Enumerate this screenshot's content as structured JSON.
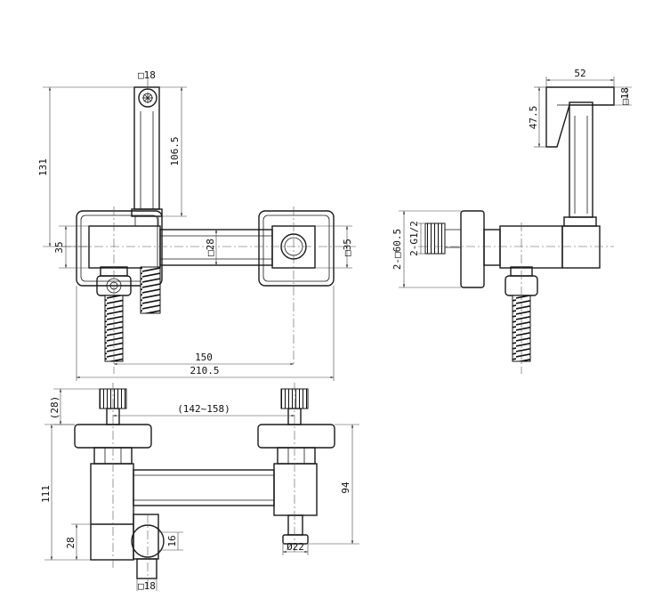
{
  "dimensions": {
    "side_view": {
      "d_131": "131",
      "d_106_5": "106.5",
      "d_35_left": "35",
      "d_28_body": "□28",
      "d_35_right": "□35",
      "d_150": "150",
      "d_210_5": "210.5",
      "d_18_top": "□18"
    },
    "end_view": {
      "d_52": "52",
      "d_18": "□18",
      "d_47_5": "47.5",
      "d_60_5": "2-□60.5",
      "d_g12": "2-G1/2"
    },
    "top_view": {
      "d_28_paren": "(28)",
      "d_142_158": "(142~158)",
      "d_111": "111",
      "d_94": "94",
      "d_28_low": "28",
      "d_16": "16",
      "d_22": "Ø22",
      "d_18_bottom": "□18"
    }
  }
}
